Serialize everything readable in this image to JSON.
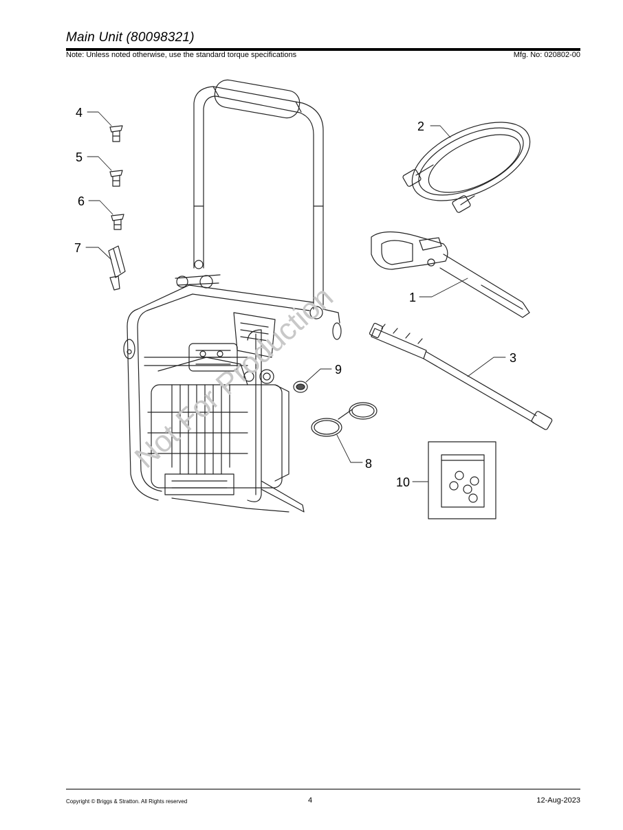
{
  "header": {
    "title": "Main Unit (80098321)",
    "note": "Note: Unless noted otherwise, use the standard torque specifications",
    "mfg_no": "Mfg. No: 020802-00"
  },
  "diagram": {
    "callouts": [
      "1",
      "2",
      "3",
      "4",
      "5",
      "6",
      "7",
      "8",
      "9",
      "10"
    ],
    "watermark": "Not For Production"
  },
  "footer": {
    "copyright": "Copyright ©  Briggs & Stratton. All Rights reserved",
    "page_number": "4",
    "date": "12-Aug-2023"
  }
}
